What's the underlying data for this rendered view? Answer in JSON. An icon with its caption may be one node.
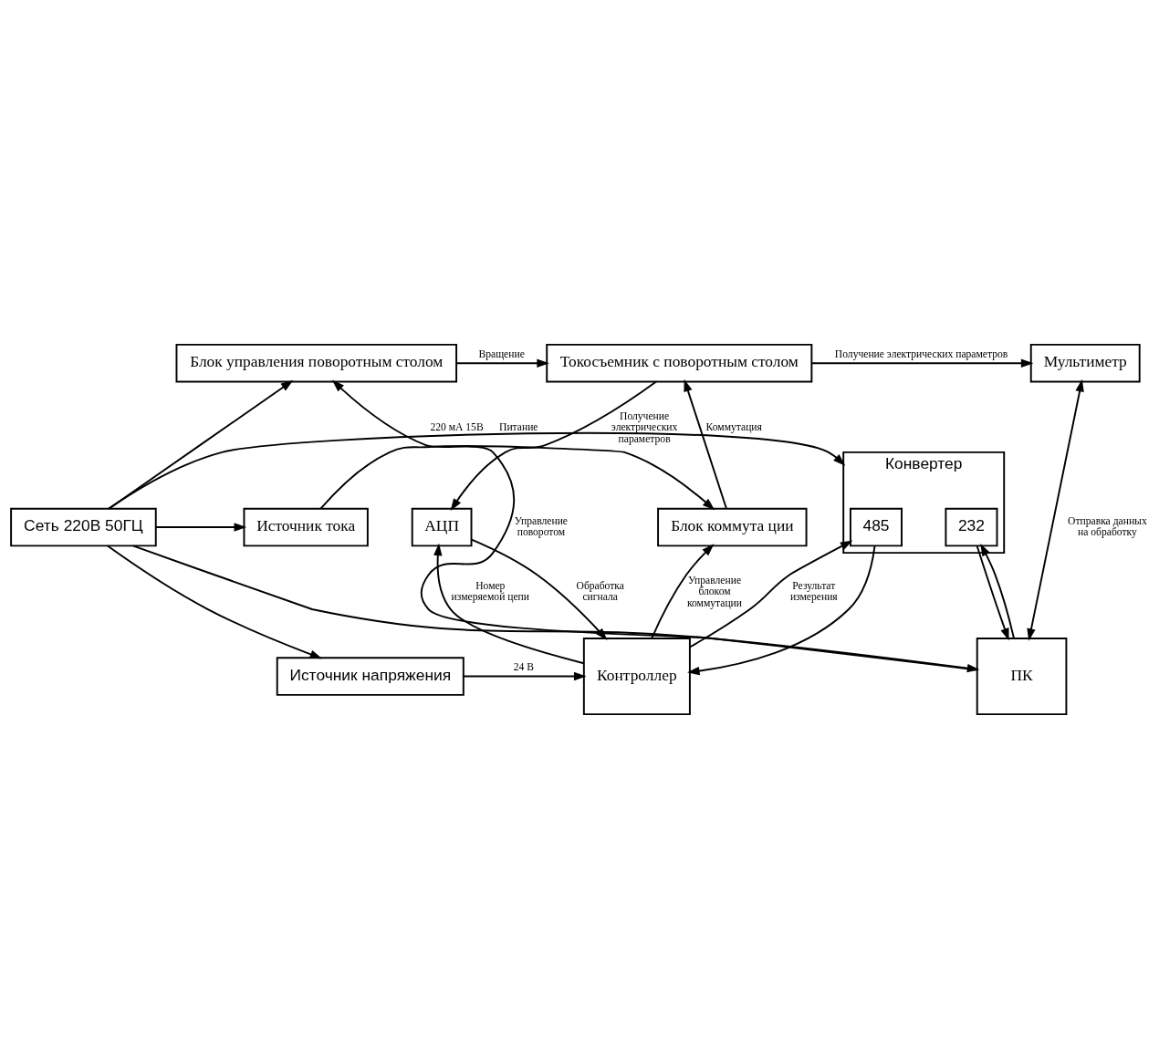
{
  "diagram": {
    "nodes": [
      {
        "text": [
          "Блок управления поворотным столом"
        ]
      },
      {
        "text": [
          "Токосъемник с поворотным столом"
        ]
      },
      {
        "text": [
          "Мультиметр"
        ]
      },
      {
        "text": [
          "Источник тока"
        ]
      },
      {
        "text": [
          "Блок коммута ции"
        ]
      },
      {
        "text": [
          "АЦП"
        ]
      },
      {
        "text": [
          "Сеть 220В 50ГЦ"
        ]
      },
      {
        "text": [
          "Источник напряжения"
        ]
      },
      {
        "text": [
          "Контроллер"
        ]
      },
      {
        "text": [
          "Конвертер"
        ]
      },
      {
        "text": [
          "485"
        ],
        "in": 9
      },
      {
        "text": [
          "232"
        ],
        "in": 9
      },
      {
        "text": [
          "ПК"
        ]
      }
    ],
    "edges": [
      {
        "from": 0,
        "to": 1,
        "arrow": "to",
        "label": "Вращение"
      },
      {
        "from": 1,
        "to": 2,
        "arrow": "to",
        "label": "Получение электрических параметров"
      },
      {
        "from": 12,
        "to": 0,
        "arrow": "to",
        "label": "Управление поворотом"
      },
      {
        "from": 2,
        "to": 12,
        "arrow": "both",
        "label": "Отправка данных на обработку"
      },
      {
        "from": 4,
        "to": 1,
        "arrow": "to",
        "label": "Коммутация"
      },
      {
        "from": 1,
        "to": 5,
        "arrow": "to",
        "label": "Получение электрических параметров"
      },
      {
        "from": 3,
        "to": 4,
        "arrow": "to",
        "label": "220 мА 15В"
      },
      {
        "from": 6,
        "to": 3,
        "arrow": "to"
      },
      {
        "from": 6,
        "to": 0,
        "arrow": "to"
      },
      {
        "from": 6,
        "to": 7,
        "arrow": "to"
      },
      {
        "from": 7,
        "to": 8,
        "arrow": "to",
        "label": "24 В"
      },
      {
        "from": 8,
        "to": 4,
        "arrow": "to",
        "label": "Управление блоком коммутации"
      },
      {
        "from": 8,
        "to": 5,
        "arrow": "to",
        "label": "Номер измеряемой цепи"
      },
      {
        "from": 5,
        "to": 8,
        "arrow": "to",
        "label": "Обработка сигнала"
      },
      {
        "from": 10,
        "to": 8,
        "arrow": "to"
      },
      {
        "from": 8,
        "to": 10,
        "arrow": "to",
        "label": "Результат измерения"
      },
      {
        "from": 11,
        "to": 12,
        "arrow": "to"
      },
      {
        "from": 12,
        "to": 11,
        "arrow": "to"
      },
      {
        "from": 6,
        "to": 9,
        "arrow": "to",
        "label": "Питание"
      },
      {
        "from": 6,
        "to": 12,
        "arrow": "to"
      }
    ]
  }
}
